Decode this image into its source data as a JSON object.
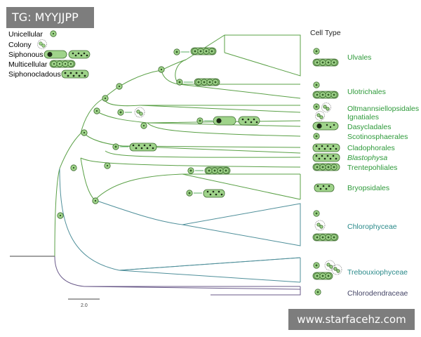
{
  "watermarks": {
    "top_left": "TG: MYYJJPP",
    "bottom_right": "www.starfacehz.com"
  },
  "legend": {
    "items": [
      {
        "label": "Unicellular",
        "icon": "unicellular-cell-icon"
      },
      {
        "label": "Colony",
        "icon": "colony-cells-icon"
      },
      {
        "label": "Siphonous",
        "icon": "siphonous-cell-icon"
      },
      {
        "label": "Multicellular",
        "icon": "multicellular-filament-icon"
      },
      {
        "label": "Siphonocladous",
        "icon": "siphonocladous-filament-icon"
      }
    ]
  },
  "cell_type_header": "Cell Type",
  "scale_bar": {
    "label": "2.0"
  },
  "clades": [
    {
      "name": "Ulvales",
      "color": "#2e9a3a"
    },
    {
      "name": "Ulotrichales",
      "color": "#2e9a3a"
    },
    {
      "name": "Oltmannsiellopsidales",
      "color": "#2e9a3a"
    },
    {
      "name": "Ignatiales",
      "color": "#2e9a3a"
    },
    {
      "name": "Dasycladales",
      "color": "#2e9a3a"
    },
    {
      "name": "Scotinosphaerales",
      "color": "#2e9a3a"
    },
    {
      "name": "Cladophorales",
      "color": "#2e9a3a"
    },
    {
      "name": "Blastophysa",
      "color": "#2e9a3a",
      "italic": true
    },
    {
      "name": "Trentepohliales",
      "color": "#2e9a3a"
    },
    {
      "name": "Bryopsidales",
      "color": "#2e9a3a"
    },
    {
      "name": "Chlorophyceae",
      "color": "#2a8a8a"
    },
    {
      "name": "Trebouxiophyceae",
      "color": "#2a8a8a"
    },
    {
      "name": "Chlorodendraceae",
      "color": "#444466"
    }
  ],
  "colors": {
    "green_branch": "#5aa046",
    "teal_branch": "#4f8f9a",
    "purple_branch": "#6a5a8a",
    "cell_fill": "#9fd38a",
    "cell_stroke": "#3d6b2f",
    "dark_nucleus": "#1d2a18"
  }
}
